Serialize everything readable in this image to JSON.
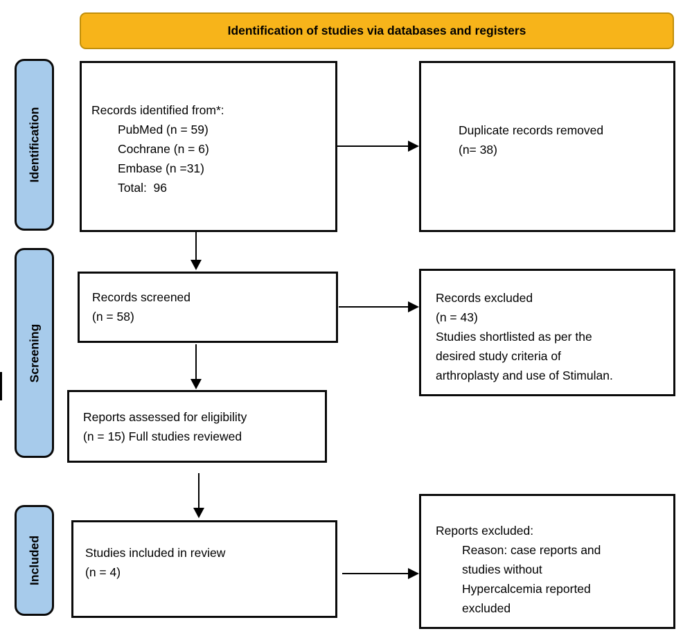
{
  "banner": {
    "title": "Identification of studies via databases and registers"
  },
  "sidebar": {
    "identification": "Identification",
    "screening": "Screening",
    "included": "Included"
  },
  "boxes": {
    "identified": {
      "title": "Records identified from*:",
      "items": [
        "PubMed (n = 59)",
        "Cochrane (n = 6)",
        "Embase (n =31)",
        "Total:  96"
      ]
    },
    "duplicates": {
      "lines": [
        "Duplicate records removed",
        "(n= 38)"
      ]
    },
    "screened": {
      "lines": [
        "Records screened",
        "(n = 58)"
      ]
    },
    "records_excluded": {
      "lines": [
        "Records excluded",
        "(n = 43)",
        "Studies shortlisted as per the",
        "desired study criteria of",
        "arthroplasty and use of Stimulan."
      ]
    },
    "assessed": {
      "lines": [
        "Reports assessed for eligibility",
        "(n = 15) Full studies reviewed"
      ]
    },
    "included": {
      "lines": [
        "Studies included in review",
        "(n = 4)"
      ]
    },
    "reports_excluded": {
      "title": "Reports excluded:",
      "items": [
        "Reason: case reports and",
        "studies without",
        "Hypercalcemia reported",
        "excluded"
      ]
    }
  },
  "colors": {
    "banner_fill": "#F7B41A",
    "banner_border": "#C18F0B",
    "stage_fill": "#A7CBEB",
    "box_border": "#0a0a0a",
    "arrow": "#000000"
  }
}
